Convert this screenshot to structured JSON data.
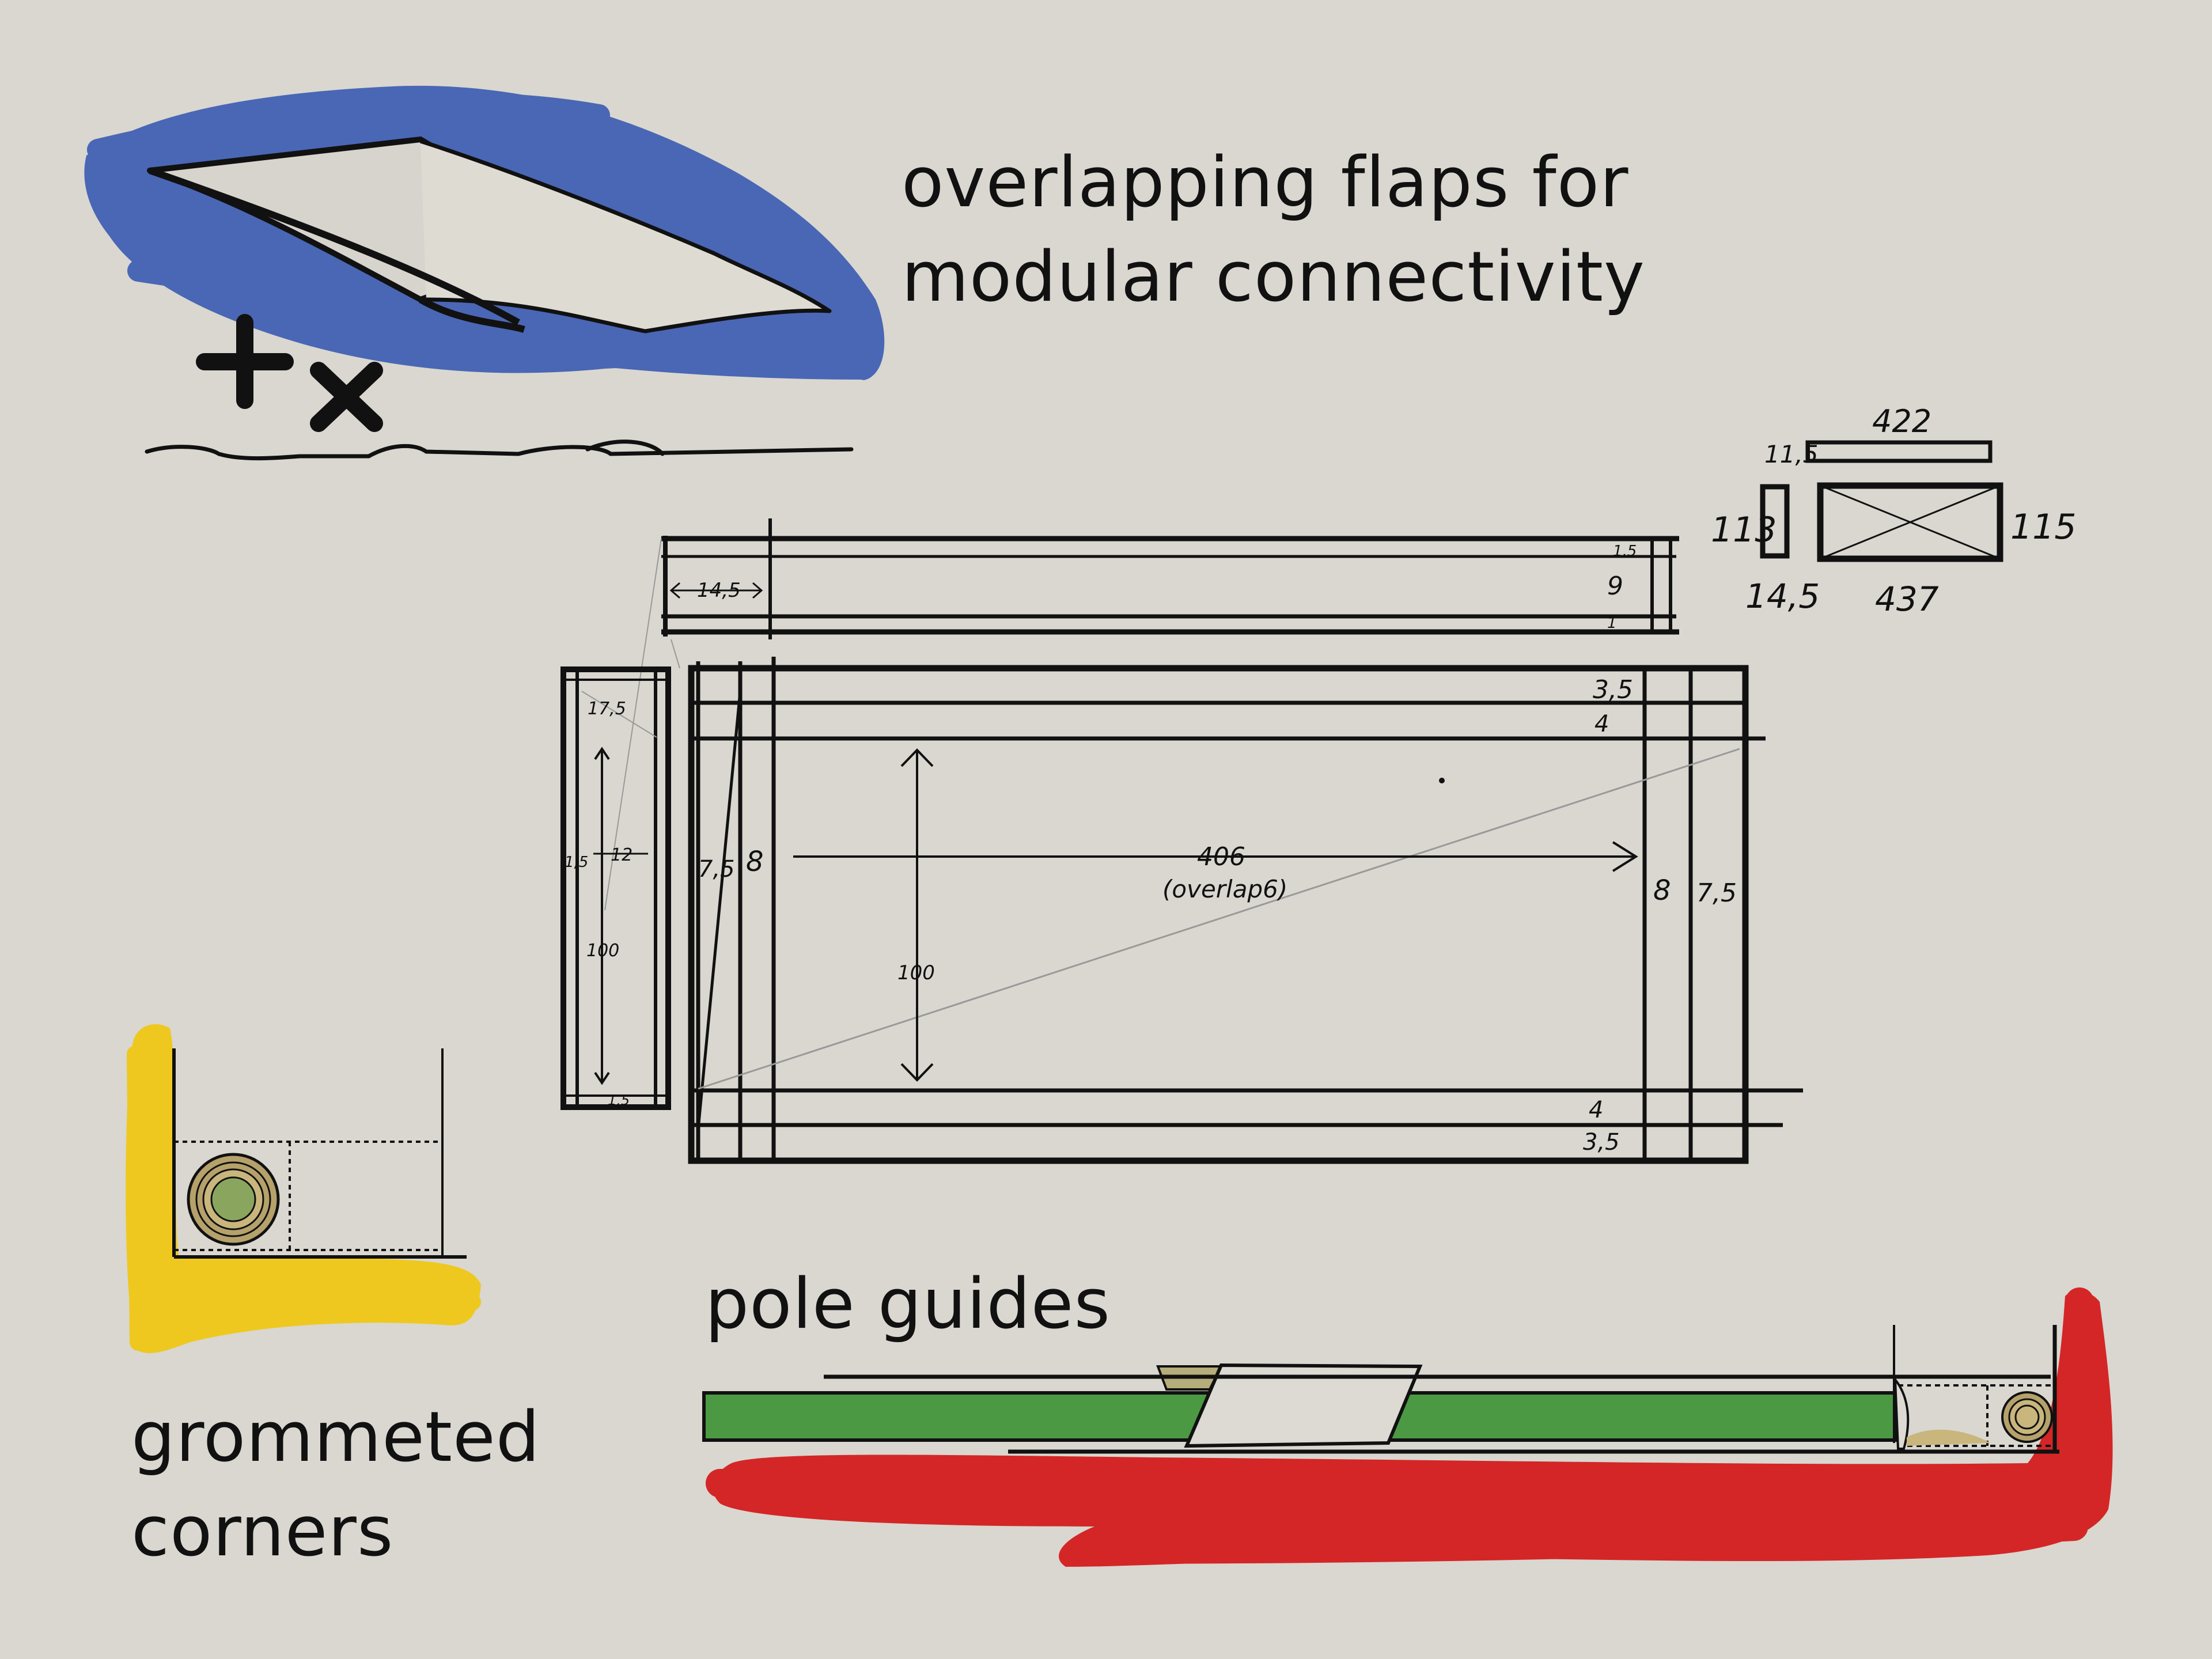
{
  "captions": {
    "flaps": "overlapping flaps for\nmodular connectivity",
    "pole_guides": "pole guides",
    "grommeted": "grommeted\ncorners"
  },
  "icons": {
    "plus": "plus-icon",
    "cross": "cross-icon"
  },
  "dimensions": {
    "top_strip": {
      "width": "14,5",
      "gap": "9",
      "r1": "1,5",
      "r2": "1"
    },
    "side_strip": {
      "top": "17,5",
      "mid": "12",
      "h": "1,5",
      "length": "100",
      "bottom": "1,5"
    },
    "panel": {
      "top1": "3,5",
      "top2": "4",
      "bottom1": "4",
      "bottom2": "3,5",
      "left1": "7,5",
      "left2": "8",
      "right1": "8",
      "right2": "7,5",
      "width": "406",
      "overlap": "(overlap6)",
      "height": "100"
    },
    "box": {
      "top": "422",
      "thin": "11,5",
      "left": "113",
      "right": "115",
      "bottom_left": "14,5",
      "bottom": "437"
    }
  },
  "colors": {
    "blue": "#4a67b5",
    "yellow": "#eec81f",
    "red": "#d42626",
    "green": "#4b9a43",
    "ink": "#111111",
    "paper": "#d9d7d0",
    "grommet_outer": "#b5a16a",
    "grommet_inner": "#8aa65e"
  }
}
